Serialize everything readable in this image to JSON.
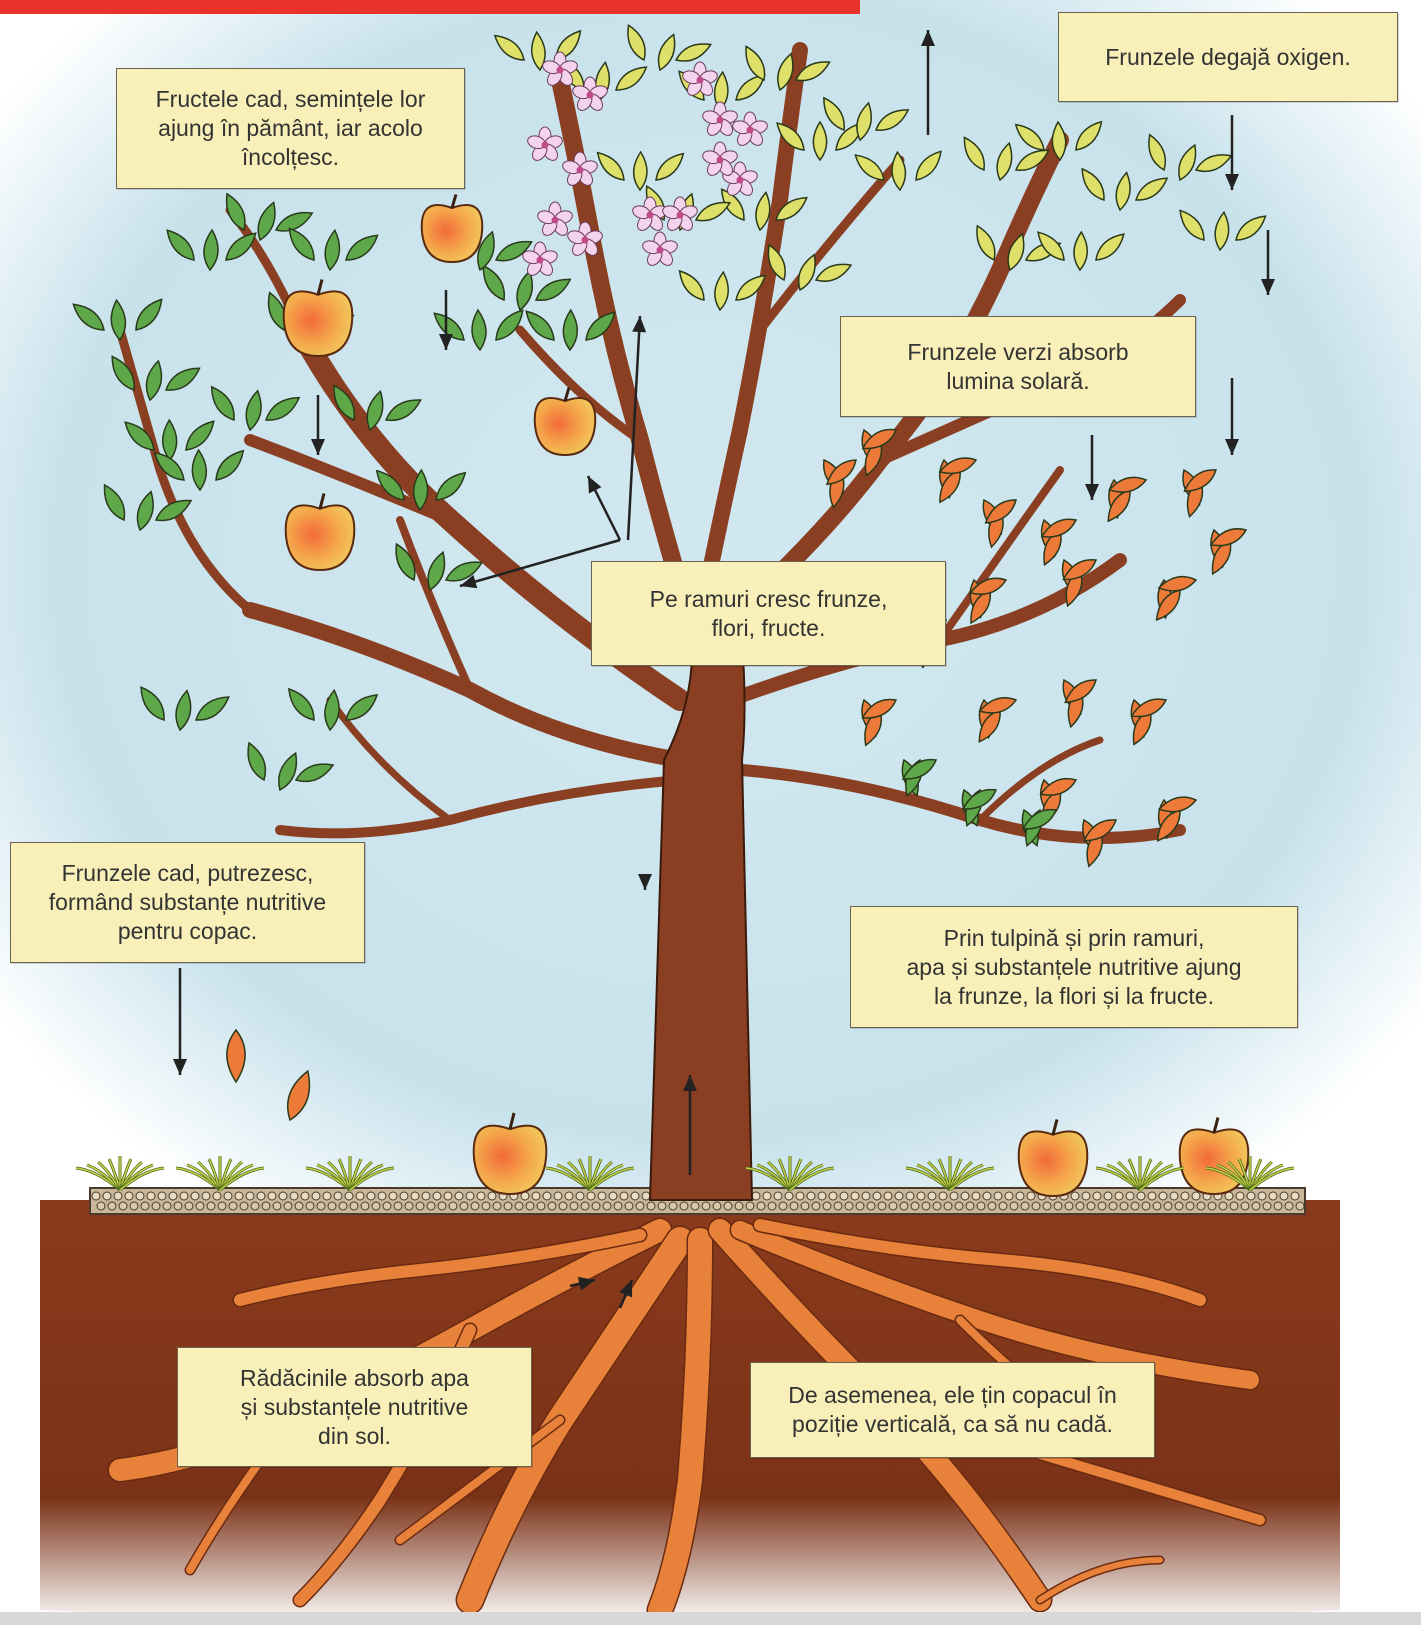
{
  "diagram": {
    "colors": {
      "sky": "#cfe6ee",
      "soil": "#8b3a1c",
      "trunk": "#8a3f22",
      "roots": "#e8823a",
      "leaf_green": "#5fa84a",
      "leaf_yellow": "#dfe06a",
      "leaf_orange": "#ee7a3a",
      "label_bg": "#f8f0b8",
      "blossom": "#f4d4ec"
    },
    "labels": {
      "fruits_fall": [
        "Fructele cad, semințele lor",
        "ajung în pământ, iar acolo",
        "încolțesc."
      ],
      "oxygen": [
        "Frunzele degajă oxigen."
      ],
      "sunlight": [
        "Frunzele verzi absorb",
        "lumina solară."
      ],
      "branches": [
        "Pe ramuri cresc frunze,",
        "flori, fructe."
      ],
      "leaves_fall": [
        "Frunzele cad, putrezesc,",
        "formând substanțe nutritive",
        "pentru copac."
      ],
      "transport": [
        "Prin tulpină și prin ramuri,",
        "apa și substanțele nutritive ajung",
        "la frunze, la flori și la fructe."
      ],
      "roots_absorb": [
        "Rădăcinile absorb apa",
        "și substanțele nutritive",
        "din sol."
      ],
      "roots_hold": [
        "De asemenea, ele țin copacul în",
        "poziție verticală, ca să nu cadă."
      ]
    }
  }
}
